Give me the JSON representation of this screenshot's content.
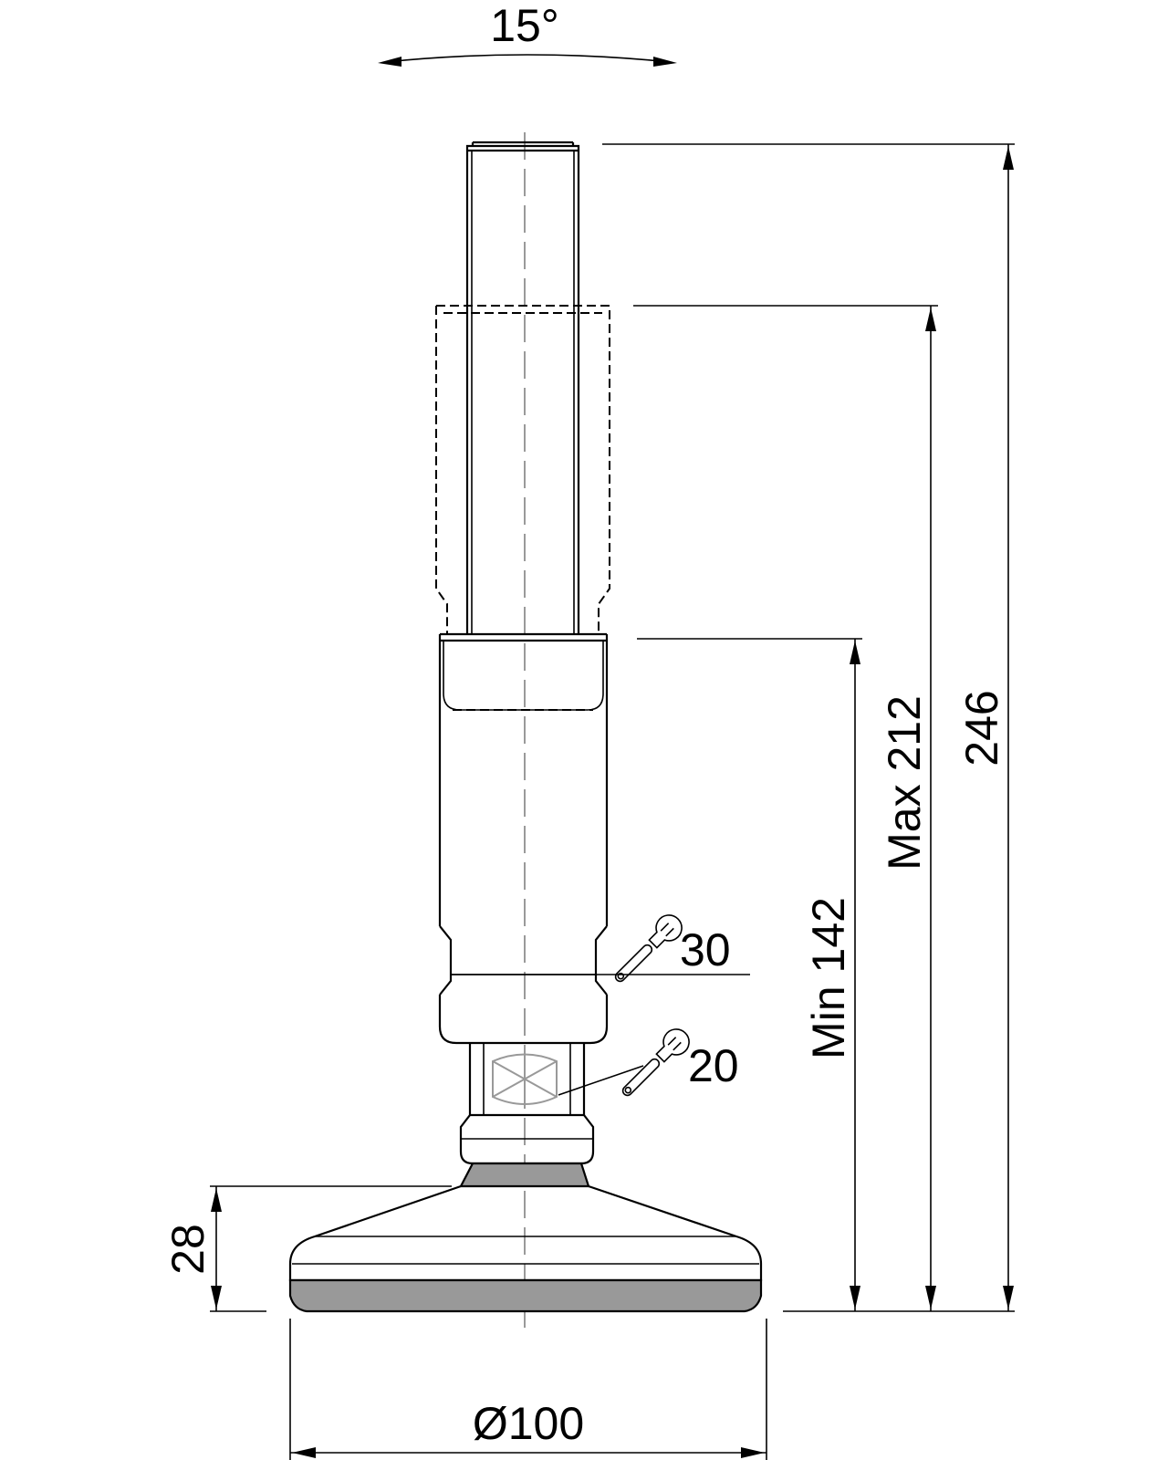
{
  "labels": {
    "angle": "15°",
    "total_height": "246",
    "max_height": "Max 212",
    "min_height": "Min 142",
    "wrench_upper": "30",
    "wrench_lower": "20",
    "base_height": "28",
    "base_diameter": "Ø100"
  },
  "colors": {
    "line": "#000000",
    "rubber_pad": "#999999",
    "centerline": "#9a9a9a"
  },
  "icons": {
    "wrench": "wrench-icon"
  }
}
